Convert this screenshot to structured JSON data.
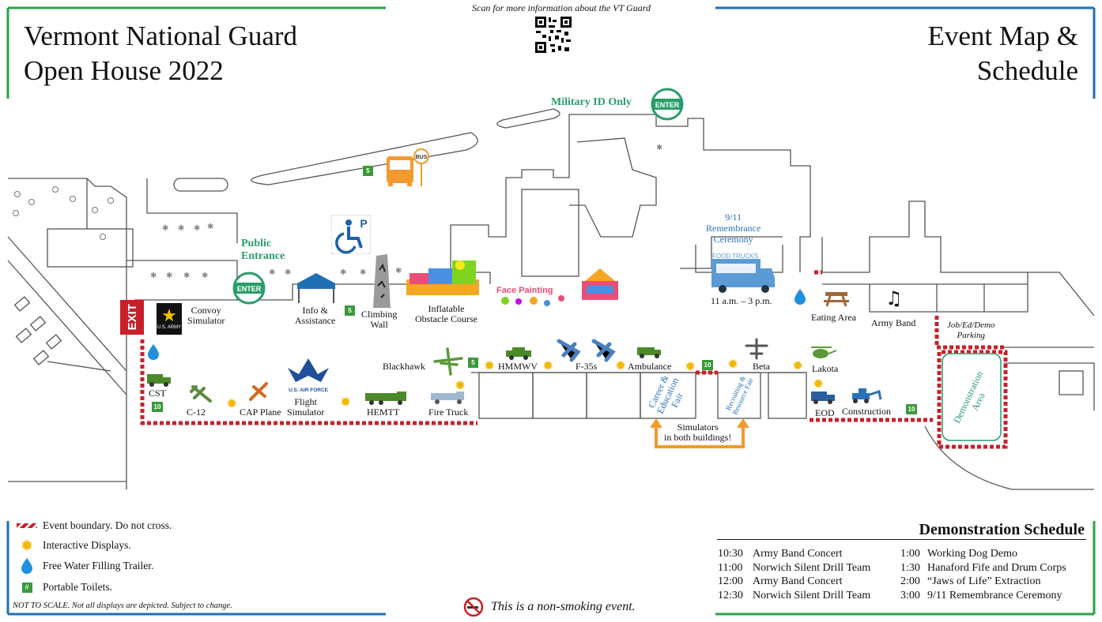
{
  "header": {
    "title_line1": "Vermont National Guard",
    "title_line2": "Open House 2022",
    "right_line1": "Event Map &",
    "right_line2": "Schedule",
    "qr_caption": "Scan for more information about the VT Guard"
  },
  "map": {
    "military_id": "Military ID Only",
    "enter": "ENTER",
    "bus": "BUS",
    "public_entrance_1": "Public",
    "public_entrance_2": "Entrance",
    "remembrance": [
      "9/11",
      "Remembrance",
      "Ceremony"
    ],
    "food_trucks_sign": "FOOD TRUCKS",
    "food_hours": "11 a.m. – 3 p.m.",
    "exit": "EXIT",
    "army_logo": "U.S. ARMY",
    "air_force_logo": "U.S. AIR FORCE",
    "face_painting": "Face Painting",
    "convoy": [
      "Convoy",
      "Simulator"
    ],
    "info": [
      "Info &",
      "Assistance"
    ],
    "climbing": [
      "Climbing",
      "Wall"
    ],
    "inflatable": [
      "Inflatable",
      "Obstacle Course"
    ],
    "eating": "Eating Area",
    "army_band": "Army Band",
    "job_parking": [
      "Job/Ed/Demo",
      "Parking"
    ],
    "blackhawk": "Blackhawk",
    "hmmwv": "HMMWV",
    "f35": "F-35s",
    "ambulance": "Ambulance",
    "beta": "Beta",
    "lakota": "Lakota",
    "cst": "CST",
    "c12": "C-12",
    "cap": "CAP Plane",
    "flight": [
      "Flight",
      "Simulator"
    ],
    "hemtt": "HEMTT",
    "fire": "Fire Truck",
    "career": [
      "Career &",
      "Education",
      "Fair"
    ],
    "recruiting": [
      "Recruiting &",
      "Resource Fair"
    ],
    "eod": "EOD",
    "construction": "Construction",
    "demo_area": [
      "Demonstration",
      "Area"
    ],
    "simulators": [
      "Simulators",
      "in both buildings!"
    ],
    "toilet_5": "5",
    "toilet_10": "10"
  },
  "legend": {
    "boundary": "Event boundary. Do not cross.",
    "interactive": "Interactive Displays.",
    "water": "Free Water Filling Trailer.",
    "toilets": "Portable Toilets.",
    "toilet_symbol": "#",
    "note": "NOT TO SCALE. Not all displays are depicted. Subject to change."
  },
  "schedule": {
    "title": "Demonstration Schedule",
    "left": [
      {
        "time": "10:30",
        "event": "Army Band Concert"
      },
      {
        "time": "11:00",
        "event": "Norwich Silent Drill Team"
      },
      {
        "time": "12:00",
        "event": "Army Band Concert"
      },
      {
        "time": "12:30",
        "event": "Norwich Silent Drill Team"
      }
    ],
    "right": [
      {
        "time": "1:00",
        "event": "Working Dog Demo"
      },
      {
        "time": "1:30",
        "event": "Hanaford Fife and Drum Corps"
      },
      {
        "time": "2:00",
        "event": "“Jaws of Life” Extraction"
      },
      {
        "time": "3:00",
        "event": "9/11 Remembrance Ceremony"
      }
    ]
  },
  "footer": {
    "nosmoke": "This is a non-smoking event."
  },
  "colors": {
    "green": "#2a9d6a",
    "blue": "#1f6fb5",
    "boundary": "#c8202b",
    "star": "#f2b705",
    "orange": "#f29a2e"
  }
}
